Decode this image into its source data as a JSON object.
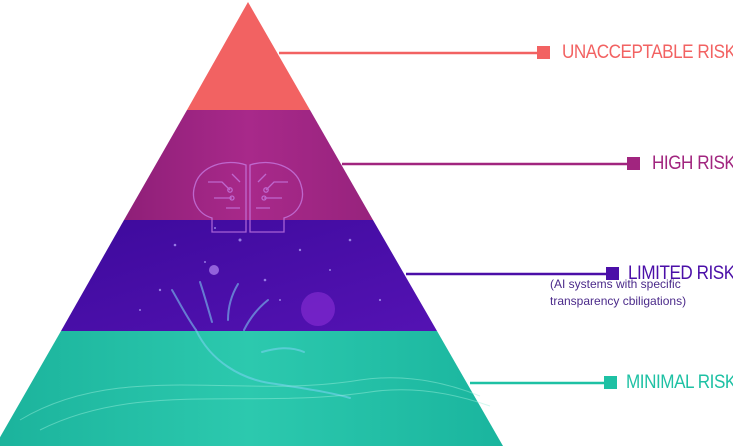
{
  "colors": {
    "unacceptable": "#f26262",
    "high": "#a1257f",
    "limited": "#4b0fa8",
    "minimal": "#1ec1a4",
    "subtext": "#4b2a8a"
  },
  "tiers": [
    {
      "label": "UNACCEPTABLE RISK"
    },
    {
      "label": "HIGH RISK"
    },
    {
      "label": "LIMITED RISK",
      "note": "(AI systems with specific transparency cbiligations)"
    },
    {
      "label": "MINIMAL RISK"
    }
  ],
  "icons": [
    "brain-circuit-icon",
    "hand-icon"
  ]
}
